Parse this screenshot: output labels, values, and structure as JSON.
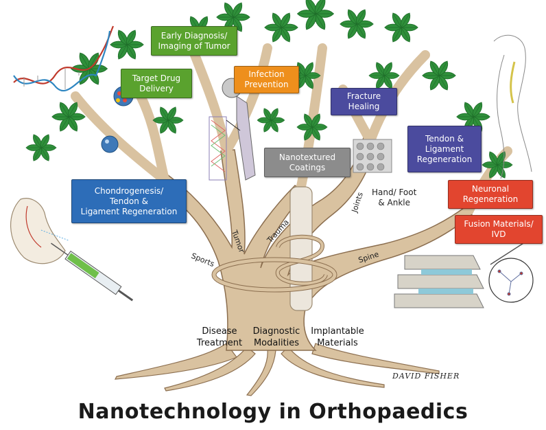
{
  "title": "Nanotechnology in Orthopaedics",
  "signature": "DAVID FISHER",
  "trunk_labels": {
    "disease_treatment": "Disease\nTreatment",
    "diagnostic_modalities": "Diagnostic\nModalities",
    "implantable_materials": "Implantable\nMaterials"
  },
  "branches": {
    "sports": "Sports",
    "tumor": "Tumor",
    "trauma": "Trauma",
    "joints": "Joints",
    "hand_foot_ankle": "Hand/ Foot\n& Ankle",
    "spine": "Spine"
  },
  "boxes": {
    "early_diagnosis": {
      "label": "Early Diagnosis/\nImaging of Tumor",
      "color": "#5aa22e"
    },
    "target_drug": {
      "label": "Target Drug\nDelivery",
      "color": "#5aa22e"
    },
    "infection": {
      "label": "Infection\nPrevention",
      "color": "#ee8f1c"
    },
    "fracture": {
      "label": "Fracture\nHealing",
      "color": "#4b4b9e"
    },
    "nanotextured": {
      "label": "Nanotextured\nCoatings",
      "color": "#8c8c8c"
    },
    "tendon_right": {
      "label": "Tendon &\nLigament\nRegeneration",
      "color": "#4b4b9e"
    },
    "chondrogenesis": {
      "label": "Chondrogenesis/\nTendon &\nLigament Regeneration",
      "color": "#2d6db8"
    },
    "neuronal": {
      "label": "Neuronal\nRegeneration",
      "color": "#e2452f"
    },
    "fusion": {
      "label": "Fusion Materials/\nIVD",
      "color": "#e2452f"
    }
  },
  "colors": {
    "trunk": "#d9c2a0",
    "trunk_outline": "#8b6e4f",
    "leaf": "#2f8f3a",
    "leaf_dark": "#1f6e2a"
  },
  "icons": [
    "dna-helix-icon",
    "nanoparticle-icon",
    "hip-implant-icon",
    "nanostructure-array-icon",
    "knee-joint-icon",
    "syringe-icon",
    "spine-vertebrae-icon",
    "molecule-circle-icon",
    "human-figure-icon",
    "bone-rod-icon"
  ]
}
